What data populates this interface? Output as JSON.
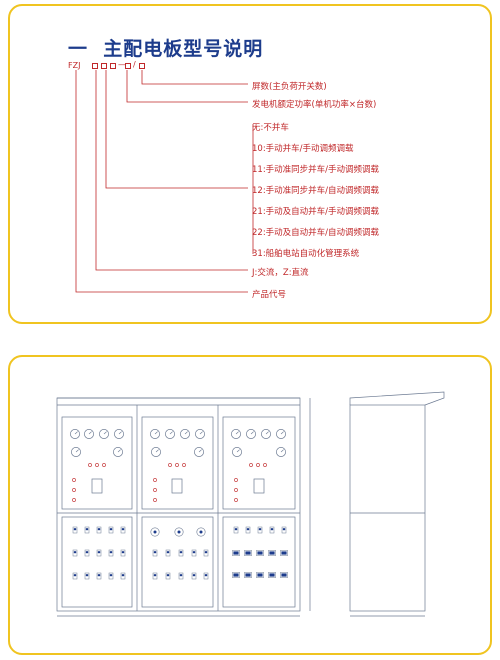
{
  "heading": {
    "number": "一",
    "title": "主配电板型号说明"
  },
  "model_code": {
    "prefix": "FZJ",
    "separator_dash": "—",
    "separator_slash": "/"
  },
  "descriptions": {
    "screen_count": "屏数(主负荷开关数)",
    "generator_power": "发电机额定功率(单机功率×台数)",
    "mode_none": "无:不并车",
    "mode_10": "10:手动并车/手动调频调载",
    "mode_11": "11:手动准同步并车/手动调频调载",
    "mode_12": "12:手动准同步并车/自动调频调载",
    "mode_21": "21:手动及自动并车/手动调频调载",
    "mode_22": "22:手动及自动并车/自动调频调载",
    "mode_31": "31:船舶电站自动化管理系统",
    "current_type": "J:交流，Z:直流",
    "product_code": "产品代号"
  },
  "colors": {
    "accent_border": "#f0c420",
    "title_blue": "#1d3c8c",
    "code_red": "#c0282a",
    "drawing_line": "#6c7a92"
  }
}
